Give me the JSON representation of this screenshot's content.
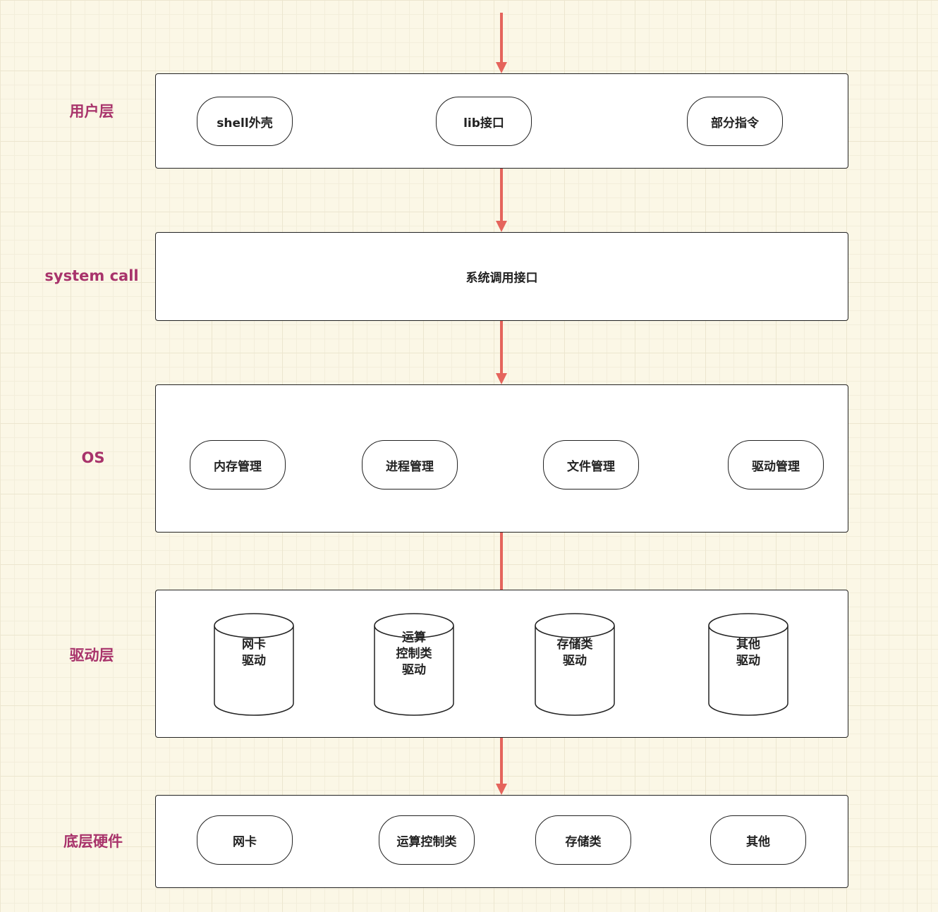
{
  "colors": {
    "arrow": "#e5645c",
    "label": "#a8336b",
    "stroke": "#222222",
    "background": "#fbf7e6"
  },
  "layers": {
    "user": {
      "label": "用户层",
      "items": [
        "shell外壳",
        "lib接口",
        "部分指令"
      ]
    },
    "syscall": {
      "label": "system call",
      "text": "系统调用接口"
    },
    "os": {
      "label": "OS",
      "items": [
        "内存管理",
        "进程管理",
        "文件管理",
        "驱动管理"
      ]
    },
    "driver": {
      "label": "驱动层",
      "items": [
        [
          "网卡",
          "驱动"
        ],
        [
          "运算",
          "控制类",
          "驱动"
        ],
        [
          "存储类",
          "驱动"
        ],
        [
          "其他",
          "驱动"
        ]
      ]
    },
    "hardware": {
      "label": "底层硬件",
      "items": [
        "网卡",
        "运算控制类",
        "存储类",
        "其他"
      ]
    }
  }
}
